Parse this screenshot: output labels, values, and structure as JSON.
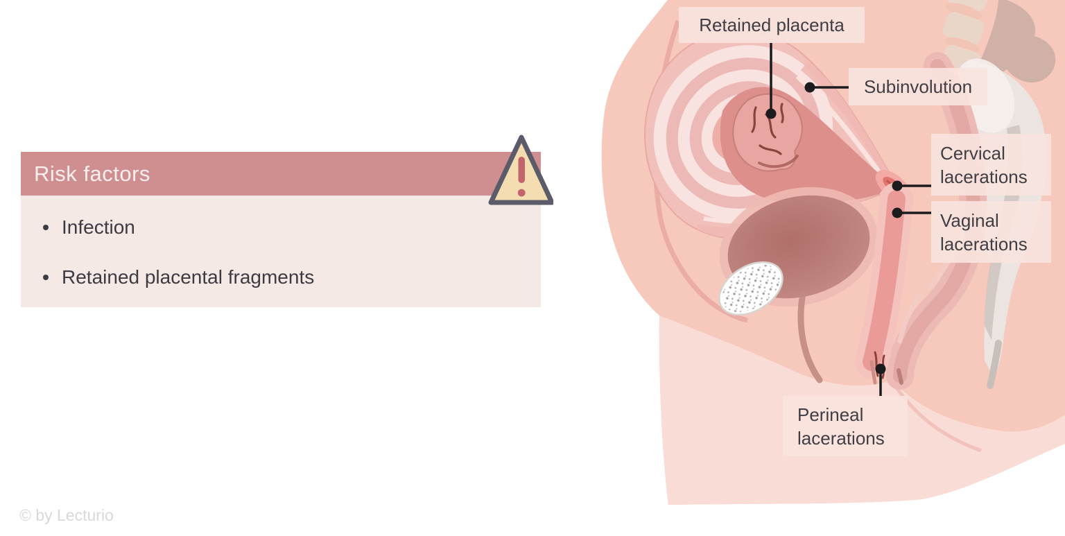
{
  "slide": {
    "title": "Risk factors",
    "bullets": [
      "Infection",
      "Retained placental fragments"
    ],
    "footer": "© by Lecturio"
  },
  "diagram": {
    "labels": {
      "retained_placenta": "Retained placenta",
      "subinvolution": "Subinvolution",
      "cervical_lacerations": "Cervical lacerations",
      "vaginal_lacerations": "Vaginal lacerations",
      "perineal_lacerations": "Perineal lacerations"
    }
  },
  "icons": {
    "warning": "warning-triangle-icon"
  },
  "colors": {
    "header_bg": "#cf8e90",
    "header_text": "#fcf0ee",
    "panel_bg": "#f5e9e6",
    "bullet_text": "#3b3b41",
    "label_bg": "#f9e3de",
    "label_text": "#3f3e45",
    "warning_fill": "#f5ddb2",
    "warning_border": "#5c5b6a",
    "warning_mark": "#c3646c",
    "skin": "#f6c9bc",
    "skin_light": "#f9dcd6",
    "uterus_ring_pink": "#edb9b6",
    "uterus_ring_light": "#f9e3e0",
    "uterine_cavity": "#dc8f8b",
    "bladder": "#bc7f7b",
    "pointer": "#1c1c1e",
    "footer_text": "#d8d8d8"
  }
}
